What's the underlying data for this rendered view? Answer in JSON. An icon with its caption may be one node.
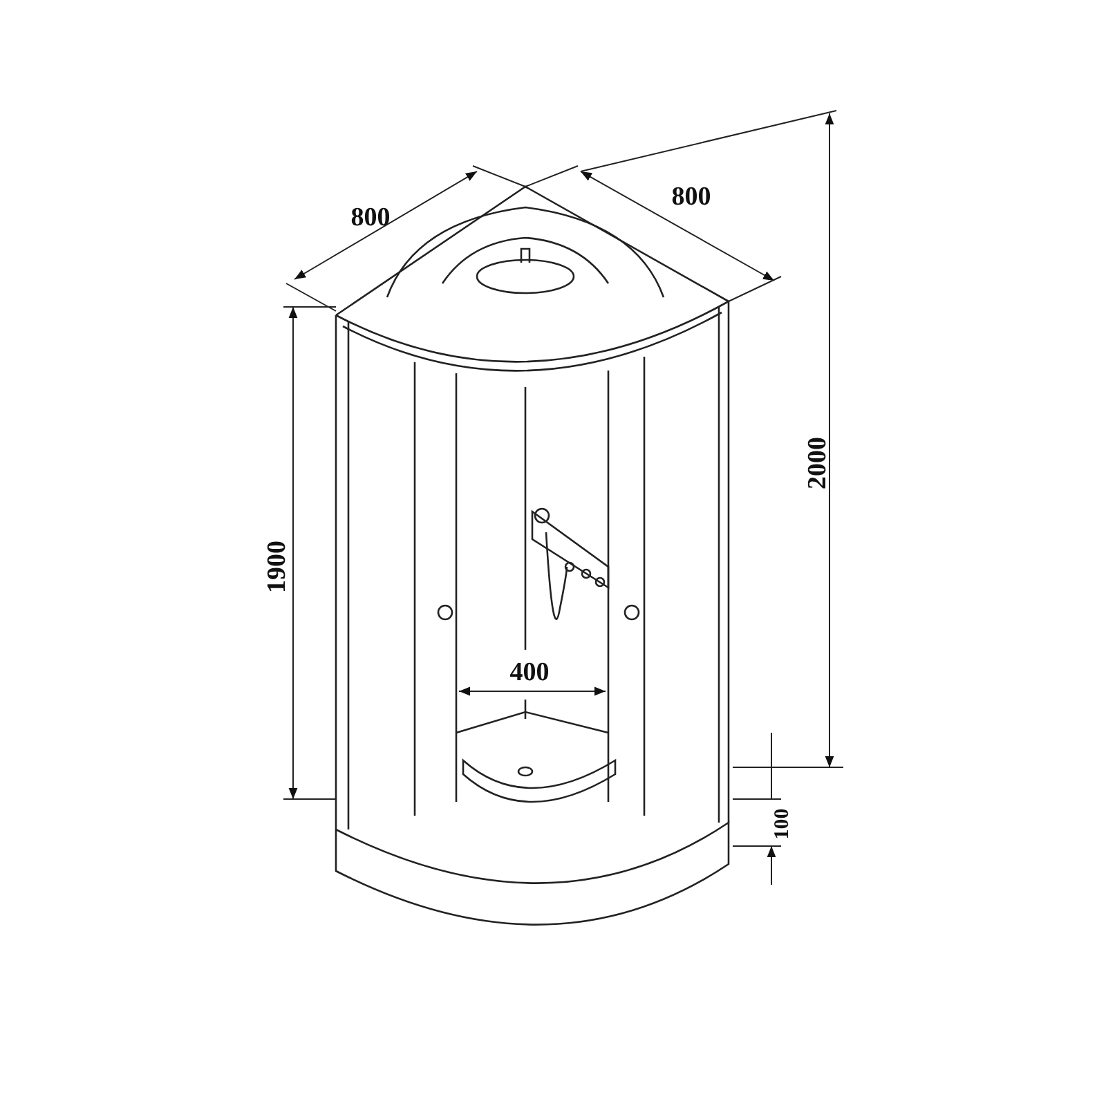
{
  "diagram": {
    "labels": [
      "800",
      "800",
      "2000",
      "1900",
      "400",
      "100"
    ]
  }
}
